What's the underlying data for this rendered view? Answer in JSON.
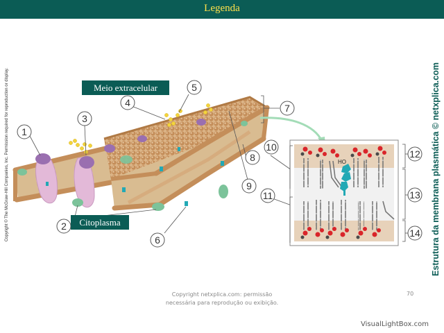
{
  "title": "Legenda",
  "side_copyright": "Copyright © The McGraw-Hill Companies, Inc. Permission required for reproduction or display.",
  "side_title": "Estrutura da membrana plasmática © netxplica.com",
  "labels": {
    "extracellular": "Meio extracelular",
    "cytoplasm": "Citoplasma"
  },
  "callouts": [
    "1",
    "2",
    "3",
    "4",
    "5",
    "6",
    "7",
    "8",
    "9",
    "10",
    "11",
    "12",
    "13",
    "14"
  ],
  "inset_text": "HO",
  "footer": {
    "line1": "Copyright netxplica.com: permissão",
    "line2": "necessária para reprodução ou exibição.",
    "page": "70",
    "watermark": "VisualLightBox.com"
  },
  "colors": {
    "accent": "#0b5c55",
    "title_text": "#ffe14a",
    "lipid_head": "#c89463",
    "protein_purple": "#9a6fb0",
    "protein_pink": "#e3b9d8",
    "glycolipid": "#f4d43c",
    "cholesterol": "#22a9b5"
  }
}
